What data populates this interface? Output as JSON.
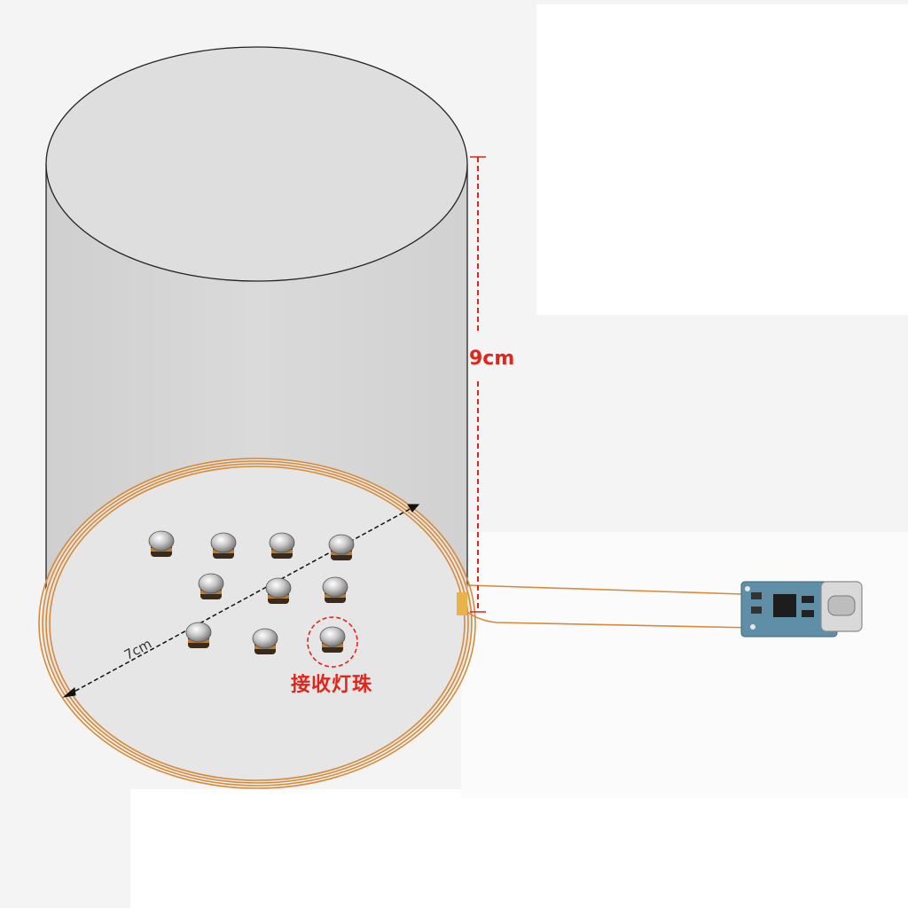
{
  "labels": {
    "height": "9cm",
    "diameter": "7cm",
    "receiver_led": "接收灯珠"
  },
  "colors": {
    "dimension_red": "#e0251b",
    "cylinder_fill": "#d6d6d6",
    "coil_copper": "#d88a3a",
    "pcb_blue": "#5e8fa6",
    "background": "#f4f4f4"
  },
  "icons": [
    "led-bead-icon",
    "usb-c-port-icon",
    "pcb-module-icon"
  ],
  "led_count": 10
}
